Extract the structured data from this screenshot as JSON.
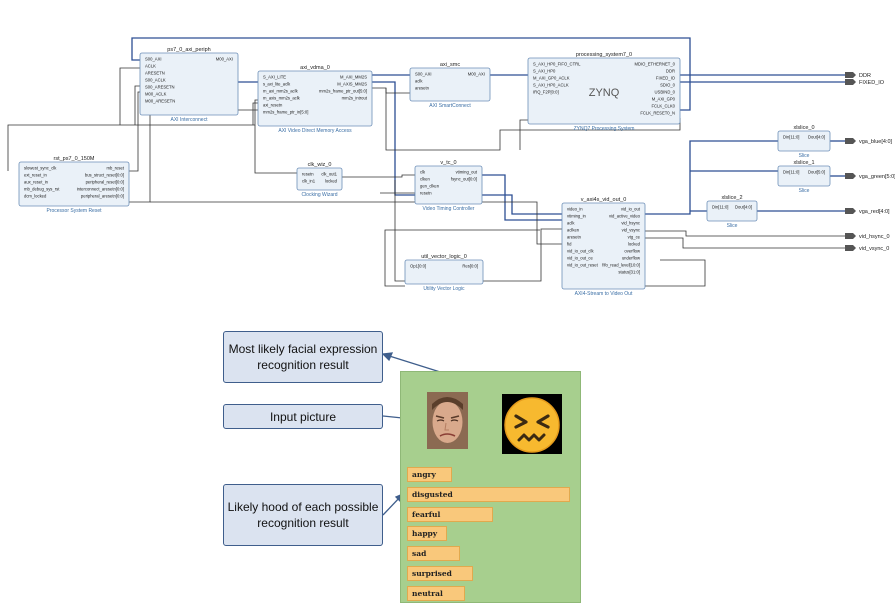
{
  "diagram": {
    "blocks": [
      {
        "id": "interconnect",
        "title": "ps7_0_axi_periph",
        "subtitle": "AXI Interconnect",
        "ports_left": [
          "S00_AXI",
          "ACLK",
          "ARESETN",
          "S00_ACLK",
          "S00_ARESETN",
          "M00_ACLK",
          "M00_ARESETN"
        ],
        "ports_right": [
          "M00_AXI"
        ]
      },
      {
        "id": "vdma",
        "title": "axi_vdma_0",
        "subtitle": "AXI Video Direct Memory Access",
        "ports_left": [
          "S_AXI_LITE",
          "s_axi_lite_aclk",
          "m_axi_mm2s_aclk",
          "m_axis_mm2s_aclk",
          "axi_resetn",
          "mm2s_frame_ptr_in[5:0]"
        ],
        "ports_right": [
          "M_AXI_MM2S",
          "M_AXIS_MM2S",
          "mm2s_frame_ptr_out[5:0]",
          "mm2s_introut"
        ]
      },
      {
        "id": "smc",
        "title": "axi_smc",
        "subtitle": "AXI SmartConnect",
        "ports_left": [
          "S00_AXI",
          "aclk",
          "aresetn"
        ],
        "ports_right": [
          "M00_AXI"
        ]
      },
      {
        "id": "ps7",
        "title": "processing_system7_0",
        "subtitle": "ZYNQ7 Processing System",
        "logo": "ZYNQ",
        "ports_left": [
          "S_AXI_HP0_FIFO_CTRL",
          "S_AXI_HP0",
          "M_AXI_GP0_ACLK",
          "S_AXI_HP0_ACLK",
          "IRQ_F2P[0:0]"
        ],
        "ports_right": [
          "MDIO_ETHERNET_0",
          "DDR",
          "FIXED_IO",
          "SDIO_0",
          "USBIND_0",
          "M_AXI_GP0",
          "FCLK_CLK0",
          "FCLK_RESET0_N"
        ]
      },
      {
        "id": "rst",
        "title": "rst_ps7_0_150M",
        "subtitle": "Processor System Reset",
        "ports_left": [
          "slowest_sync_clk",
          "ext_reset_in",
          "aux_reset_in",
          "mb_debug_sys_rst",
          "dcm_locked"
        ],
        "ports_right": [
          "mb_reset",
          "bus_struct_reset[0:0]",
          "peripheral_reset[0:0]",
          "interconnect_aresetn[0:0]",
          "peripheral_aresetn[0:0]"
        ]
      },
      {
        "id": "clk",
        "title": "clk_wiz_0",
        "subtitle": "Clocking Wizard",
        "ports_left": [
          "resetn",
          "clk_in1"
        ],
        "ports_right": [
          "clk_out1",
          "locked"
        ]
      },
      {
        "id": "vtc",
        "title": "v_tc_0",
        "subtitle": "Video Timing Controller",
        "ports_left": [
          "clk",
          "clken",
          "gen_clken",
          "resetn"
        ],
        "ports_right": [
          "vtiming_out",
          "fsync_out[0:0]"
        ]
      },
      {
        "id": "vout",
        "title": "v_axi4s_vid_out_0",
        "subtitle": "AXI4-Stream to Video Out",
        "ports_left": [
          "video_in",
          "vtiming_in",
          "aclk",
          "aclken",
          "aresetn",
          "fid",
          "vid_io_out_clk",
          "vid_io_out_ce",
          "vid_io_out_reset"
        ],
        "ports_right": [
          "vid_io_out",
          "vid_active_video",
          "vid_hsync",
          "vid_vsync",
          "vtg_ce",
          "locked",
          "overflow",
          "underflow",
          "fifo_read_level[10:0]",
          "status[31:0]"
        ]
      },
      {
        "id": "util",
        "title": "util_vector_logic_0",
        "subtitle": "Utility Vector Logic",
        "ports_left": [
          "Op1[0:0]"
        ],
        "ports_right": [
          "Res[0:0]"
        ]
      },
      {
        "id": "slice0",
        "title": "xlslice_0",
        "subtitle": "Slice",
        "ports_left": [
          "Din[11:0]"
        ],
        "ports_right": [
          "Dout[4:0]"
        ]
      },
      {
        "id": "slice1",
        "title": "xlslice_1",
        "subtitle": "Slice",
        "ports_left": [
          "Din[11:0]"
        ],
        "ports_right": [
          "Dout[5:0]"
        ]
      },
      {
        "id": "slice2",
        "title": "xlslice_2",
        "subtitle": "Slice",
        "ports_left": [
          "Din[11:0]"
        ],
        "ports_right": [
          "Dout[4:0]"
        ]
      }
    ],
    "external_ports": [
      "DDR",
      "FIXED_IO",
      "vga_blue[4:0]",
      "vga_green[5:0]",
      "vga_red[4:0]",
      "vid_hsync_0",
      "vid_vsync_0"
    ]
  },
  "callouts": {
    "most_likely": "Most likely facial expression recognition result",
    "input": "Input picture",
    "likelihood": "Likely hood of each possible recognition result"
  },
  "results": [
    {
      "label": "angry",
      "value": 0.27
    },
    {
      "label": "disgusted",
      "value": 0.98
    },
    {
      "label": "fearful",
      "value": 0.52
    },
    {
      "label": "happy",
      "value": 0.23
    },
    {
      "label": "sad",
      "value": 0.32
    },
    {
      "label": "surprised",
      "value": 0.4
    },
    {
      "label": "neutral",
      "value": 0.35
    }
  ],
  "icons": {
    "input_picture": "face-photo",
    "result": "confounded-face-emoji"
  }
}
